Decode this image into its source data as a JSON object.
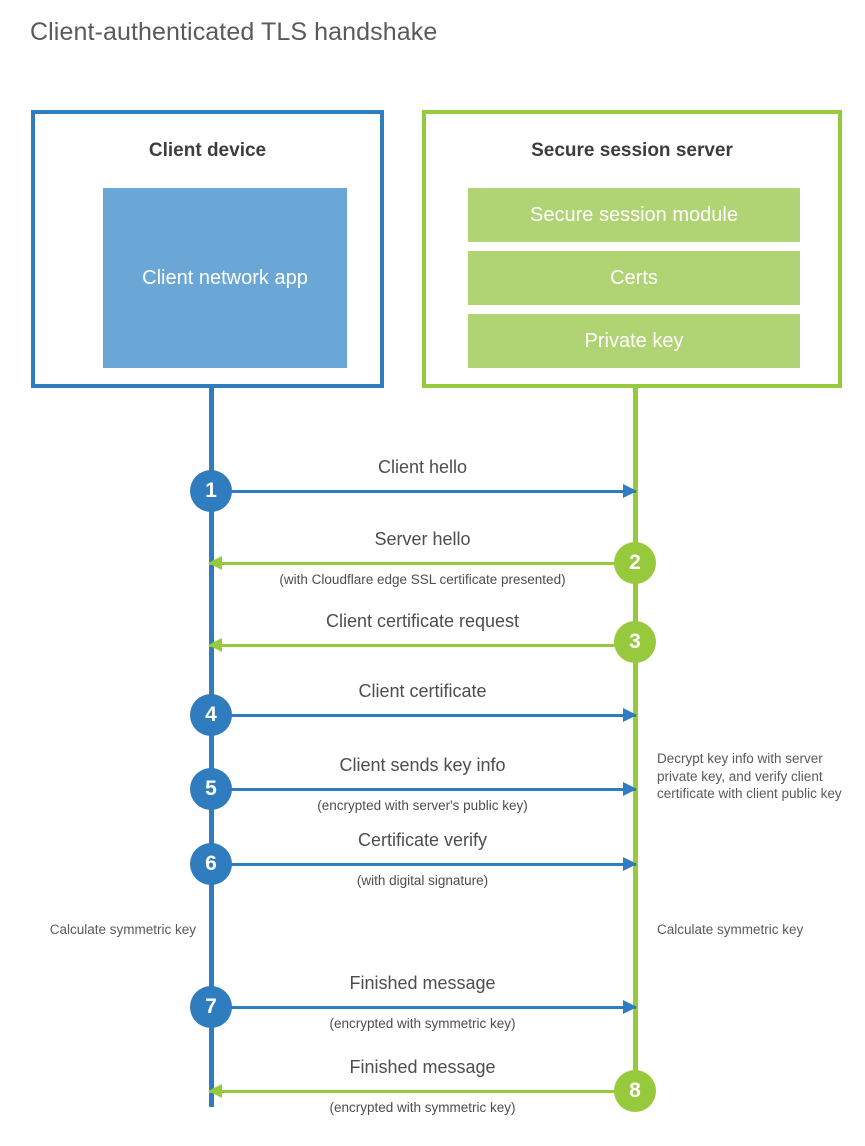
{
  "title": "Client-authenticated TLS handshake",
  "colors": {
    "client_blue": "#2f7cbf",
    "client_app_fill": "#6aa6d6",
    "server_green": "#97c93d",
    "server_item_fill": "#b0d474",
    "text": "#4d4d4d",
    "title_text": "#5a5a5a"
  },
  "client": {
    "title": "Client device",
    "app_label": "Client network app"
  },
  "server": {
    "title": "Secure session server",
    "items": [
      {
        "label": "Secure session module"
      },
      {
        "label": "Certs"
      },
      {
        "label": "Private key"
      }
    ]
  },
  "steps": [
    {
      "number": "1",
      "label": "Client hello",
      "sub": "",
      "direction": "to-server",
      "color": "blue"
    },
    {
      "number": "2",
      "label": "Server hello",
      "sub": "(with Cloudflare edge SSL certificate presented)",
      "direction": "to-client",
      "color": "green"
    },
    {
      "number": "3",
      "label": "Client certificate request",
      "sub": "",
      "direction": "to-client",
      "color": "green"
    },
    {
      "number": "4",
      "label": "Client certificate",
      "sub": "",
      "direction": "to-server",
      "color": "blue"
    },
    {
      "number": "5",
      "label": "Client sends key info",
      "sub": "(encrypted with server's public key)",
      "direction": "to-server",
      "color": "blue"
    },
    {
      "number": "6",
      "label": "Certificate verify",
      "sub": "(with digital signature)",
      "direction": "to-server",
      "color": "blue"
    },
    {
      "number": "7",
      "label": "Finished message",
      "sub": "(encrypted with symmetric key)",
      "direction": "to-server",
      "color": "blue"
    },
    {
      "number": "8",
      "label": "Finished message",
      "sub": "(encrypted with symmetric key)",
      "direction": "to-client",
      "color": "green"
    }
  ],
  "notes": {
    "server_decrypt": "Decrypt key info with server private key, and verify client certificate with client public key",
    "client_calculate": "Calculate symmetric key",
    "server_calculate": "Calculate symmetric key"
  }
}
